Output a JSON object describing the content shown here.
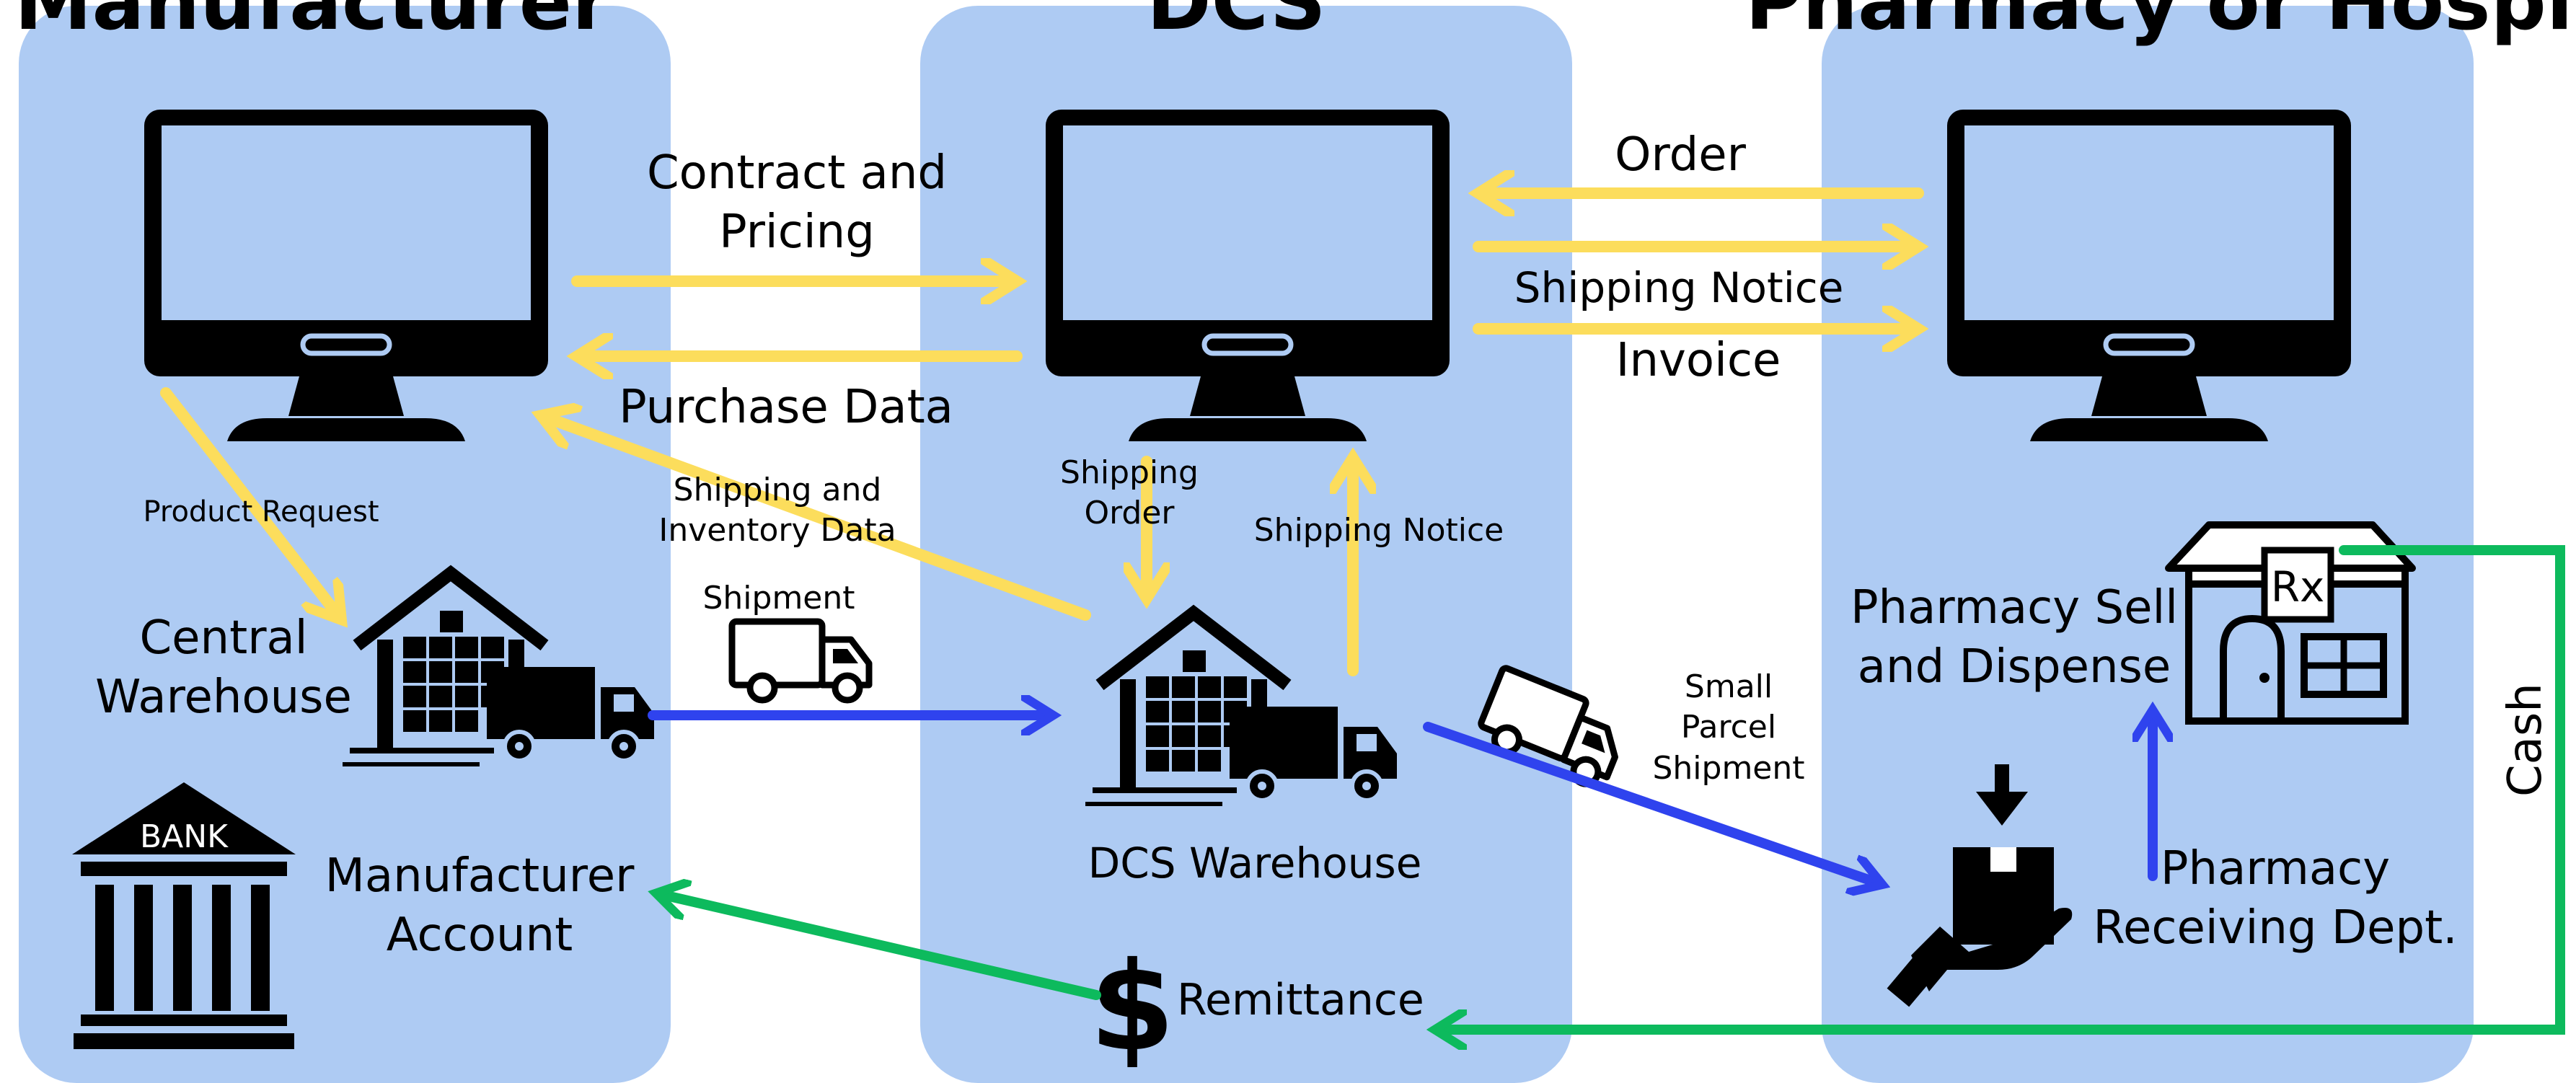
{
  "columns": {
    "manufacturer": {
      "title": "Manufacturer"
    },
    "dcs": {
      "title": "DCS"
    },
    "pharmacy": {
      "title": "Pharmacy or Hospital"
    }
  },
  "nodes": {
    "central_warehouse": "Central\nWarehouse",
    "manufacturer_account": "Manufacturer\nAccount",
    "bank_sign": "BANK",
    "dcs_warehouse": "DCS Warehouse",
    "remittance": "Remittance",
    "pharmacy_sell": "Pharmacy Sell\nand Dispense",
    "pharmacy_receiving": "Pharmacy\nReceiving Dept.",
    "rx_sign": "Rx"
  },
  "flows": {
    "contract_pricing": "Contract and\nPricing",
    "purchase_data": "Purchase Data",
    "order": "Order",
    "shipping_notice_top": "Shipping Notice",
    "invoice": "Invoice",
    "product_request": "Product Request",
    "shipping_inventory": "Shipping and\nInventory Data",
    "shipment": "Shipment",
    "shipping_order": "Shipping\nOrder",
    "shipping_notice_mid": "Shipping Notice",
    "small_parcel": "Small\nParcel\nShipment",
    "cash": "Cash"
  },
  "colors": {
    "panel": "#aecbf3",
    "info_flow": "#fcdd5c",
    "goods_flow": "#2f43ee",
    "money_flow": "#0dba5d",
    "icon": "#000000"
  }
}
